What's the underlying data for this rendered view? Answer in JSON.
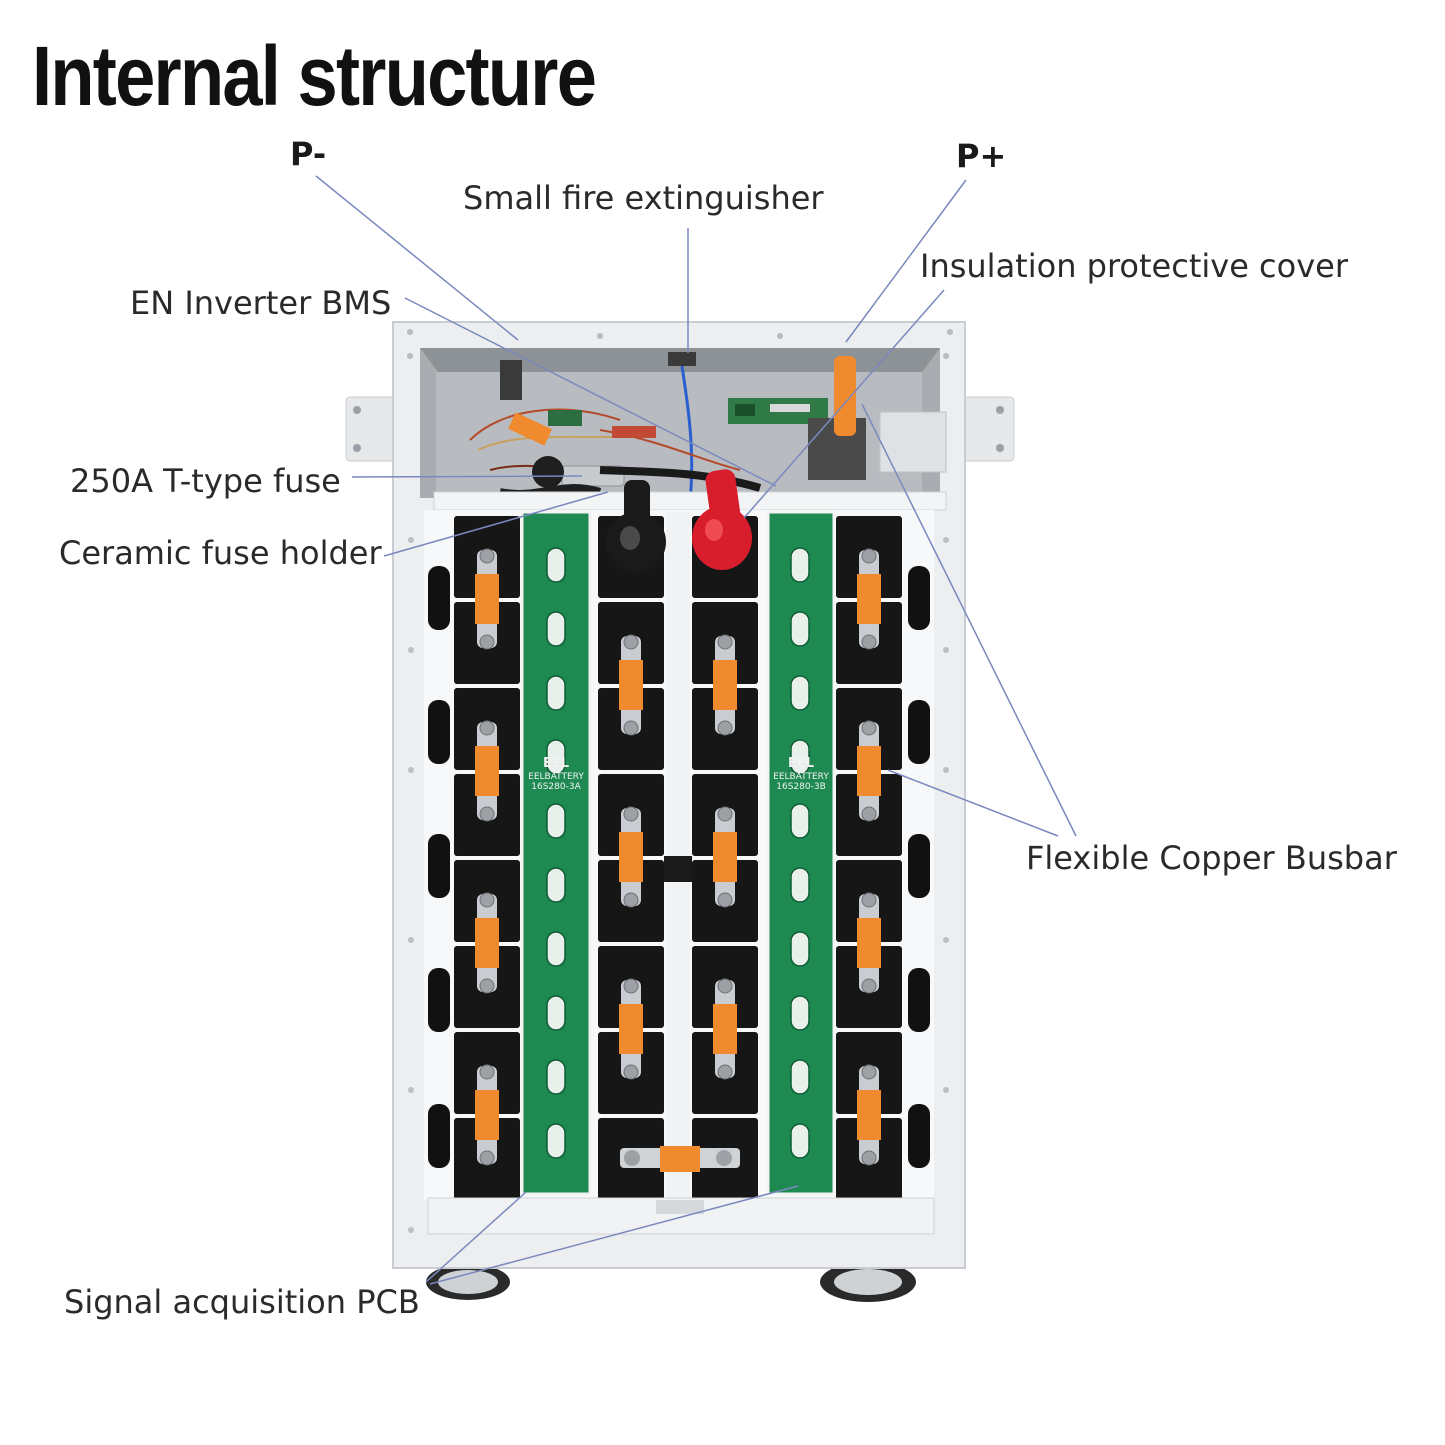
{
  "title": "Internal structure",
  "labels": {
    "p_minus": "P-",
    "p_plus": "P+",
    "fire_extinguisher": "Small fire extinguisher",
    "insulation_cover": "Insulation protective cover",
    "bms": "EN Inverter BMS",
    "fuse": "250A T-type fuse",
    "fuse_holder": "Ceramic fuse holder",
    "busbar": "Flexible Copper Busbar",
    "pcb": "Signal acquisition PCB"
  },
  "board_markings": {
    "left": {
      "logo": "EEL",
      "brand": "EELBATTERY",
      "model": "16S280-3A"
    },
    "right": {
      "logo": "EEL",
      "brand": "EELBATTERY",
      "model": "16S280-3B"
    }
  },
  "colors": {
    "callout_line": "#7a88bf",
    "cabinet": "#e9ebec",
    "cell": "#161616",
    "pcb": "#1e8a52",
    "busbar": "#f08a2e",
    "red_cover": "#d81e2c"
  }
}
